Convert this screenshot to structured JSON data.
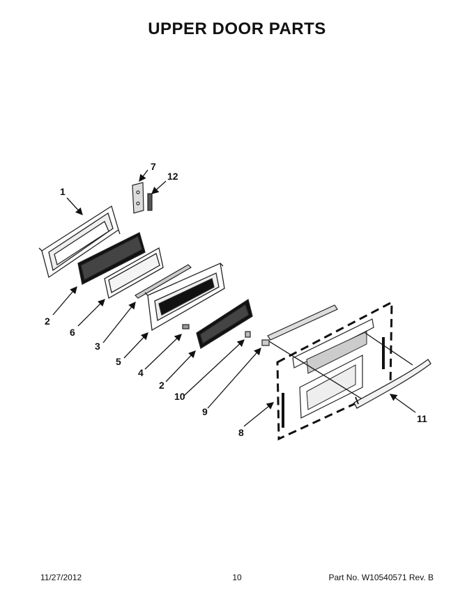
{
  "title": "UPPER DOOR PARTS",
  "callouts": [
    "1",
    "2",
    "6",
    "3",
    "5",
    "4",
    "2",
    "10",
    "9",
    "8",
    "11",
    "7",
    "12"
  ],
  "footer": {
    "date": "11/27/2012",
    "page": "10",
    "part": "Part No.  W10540571  Rev.  B"
  }
}
